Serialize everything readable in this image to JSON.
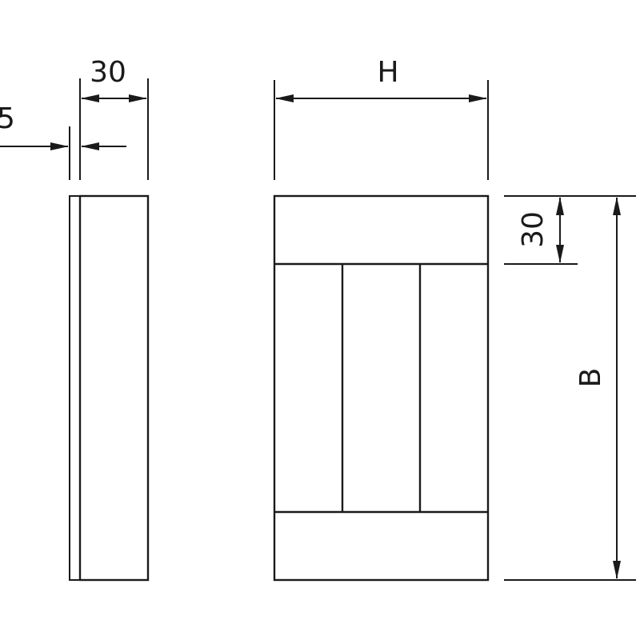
{
  "dimensions": {
    "gap_thickness": "5",
    "side_depth": "30",
    "width": "H",
    "top_band": "30",
    "height": "B"
  }
}
